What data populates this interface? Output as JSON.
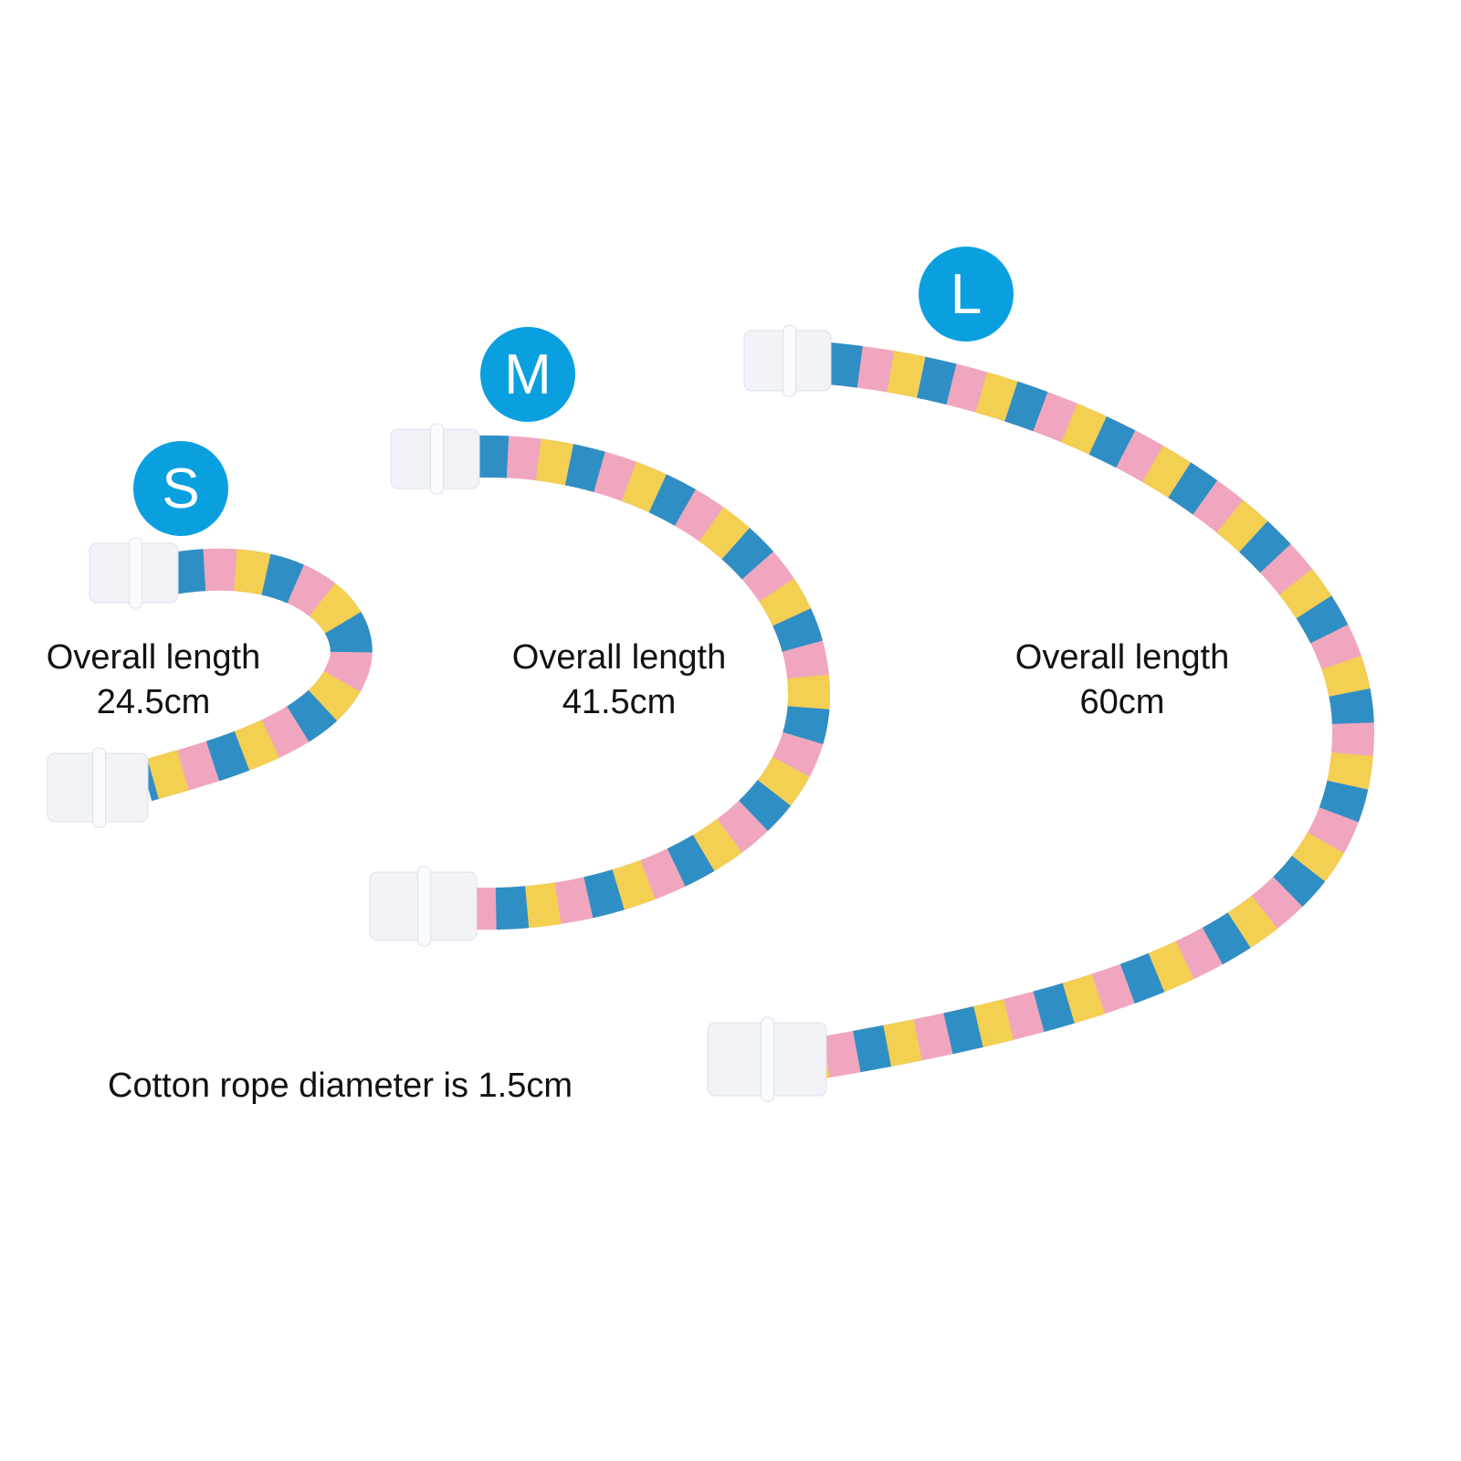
{
  "sizes": [
    {
      "badge": "S",
      "label": "Overall length",
      "length": "24.5cm"
    },
    {
      "badge": "M",
      "label": "Overall length",
      "length": "41.5cm"
    },
    {
      "badge": "L",
      "label": "Overall length",
      "length": "60cm"
    }
  ],
  "footer": "Cotton rope diameter is 1.5cm",
  "colors": {
    "badge": "#0aa0e0",
    "blue": "#2f8fc4",
    "yellow": "#f3cf52",
    "pink": "#f1a6bf",
    "cap": "#f2f3f8"
  }
}
